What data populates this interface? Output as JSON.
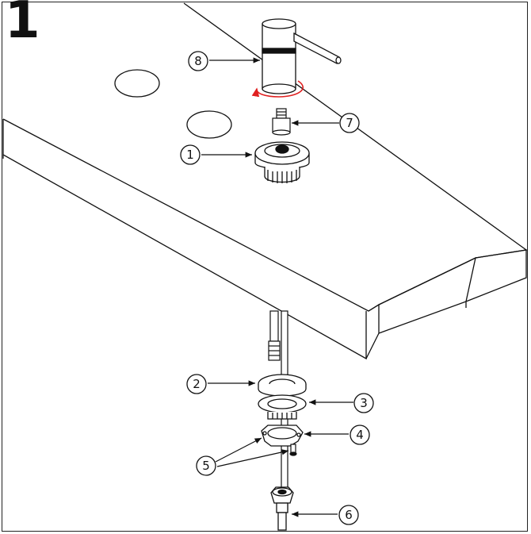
{
  "step": {
    "number": "1"
  },
  "callouts": [
    {
      "id": "8",
      "part": "faucet-body"
    },
    {
      "id": "7",
      "part": "threaded-adapter"
    },
    {
      "id": "1",
      "part": "base-flange"
    },
    {
      "id": "2",
      "part": "upper-washer"
    },
    {
      "id": "3",
      "part": "lower-washer"
    },
    {
      "id": "4",
      "part": "mounting-bracket"
    },
    {
      "id": "5",
      "part": "mounting-screws"
    },
    {
      "id": "6",
      "part": "mounting-nut"
    }
  ],
  "colors": {
    "line": "#111111",
    "rotation_arrow": "#e02020"
  }
}
